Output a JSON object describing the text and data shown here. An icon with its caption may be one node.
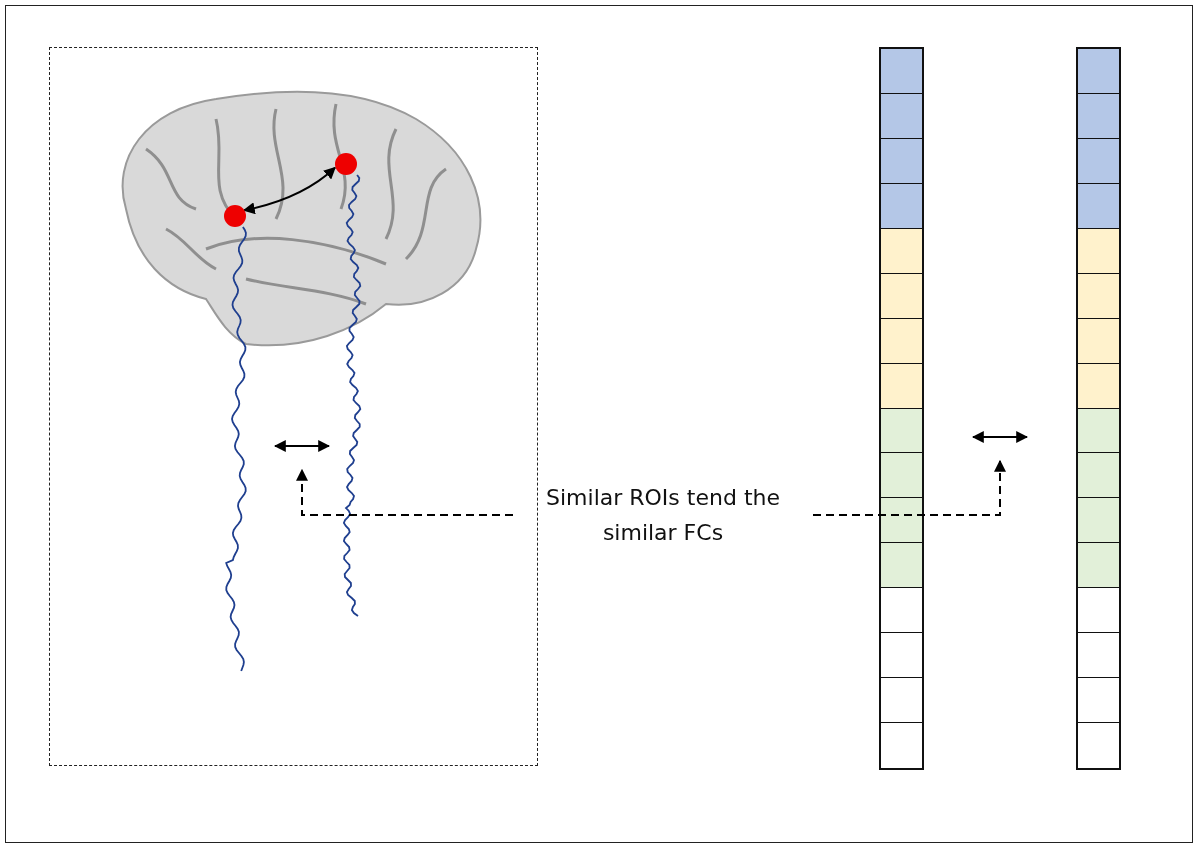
{
  "diagram": {
    "nodes": [
      {
        "text": [],
        "shape": "box"
      },
      {
        "text": [],
        "shape": "picture",
        "in": 0
      },
      {
        "text": [],
        "shape": "circle",
        "in": 1
      },
      {
        "text": [],
        "shape": "circle",
        "in": 1
      },
      {
        "text": [],
        "shape": "picture",
        "in": 0
      },
      {
        "text": [],
        "shape": "picture",
        "in": 0
      },
      {
        "text": [],
        "shape": "bar"
      },
      {
        "text": [],
        "shape": "bar"
      },
      {
        "text": [
          "Similar ROIs tend the similar FCs"
        ]
      }
    ],
    "edges": [
      {
        "from": 2,
        "to": 3,
        "arrow": "both"
      },
      {
        "from": 4,
        "to": 5,
        "arrow": "both"
      },
      {
        "from": 6,
        "to": 7,
        "arrow": "both"
      },
      {
        "from": 8,
        "to": null,
        "arrow": "to",
        "style": "dashed"
      },
      {
        "from": 8,
        "to": null,
        "arrow": "to",
        "style": "dashed"
      }
    ]
  }
}
